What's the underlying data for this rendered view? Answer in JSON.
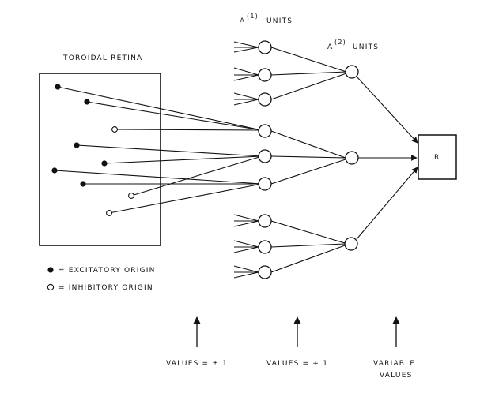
{
  "labels": {
    "retina_title": "TOROIDAL RETINA",
    "a1_prefix": "A",
    "a1_sup": "(1)",
    "a1_suffix": "UNITS",
    "a2_prefix": "A",
    "a2_sup": "(2)",
    "a2_suffix": "UNITS",
    "response_unit": "R",
    "legend_excitatory": "= EXCITATORY ORIGIN",
    "legend_inhibitory": "= INHIBITORY ORIGIN",
    "values_left": "VALUES = ± 1",
    "values_middle": "VALUES = + 1",
    "values_right_line1": "VARIABLE",
    "values_right_line2": "VALUES"
  },
  "colors": {
    "ink": "#111111",
    "background": "#ffffff"
  }
}
